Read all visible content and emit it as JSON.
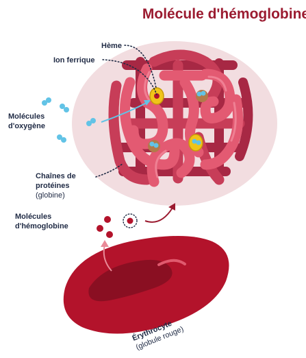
{
  "title": "Molécule d'hémoglobine",
  "labels": {
    "heme": "Hème",
    "ferric_ion": "Ion ferrique",
    "oxygen_line1": "Molécules",
    "oxygen_line2": "d'oxygène",
    "chains_line1": "Chaînes de",
    "chains_line2": "protéines",
    "chains_line3": "(globine)",
    "hemoglobin_line1": "Molécules",
    "hemoglobin_line2": "d'hémoglobine",
    "erythrocyte_line1": "Érythrocyte",
    "erythrocyte_line2": "(globule rouge)"
  },
  "colors": {
    "title": "#9b1b30",
    "text": "#1f2a44",
    "background_blob": "#f2dde0",
    "chain_light": "#e35a72",
    "chain_mid": "#c73d58",
    "chain_dark": "#a72844",
    "heme_yellow": "#f0c419",
    "heme_brown": "#b27a4a",
    "oxygen_blue": "#62c3e6",
    "cell_red": "#b3132b",
    "cell_dark": "#8a0f22",
    "arrow_pink": "#e98a98",
    "arrow_dark": "#9b1b30"
  }
}
